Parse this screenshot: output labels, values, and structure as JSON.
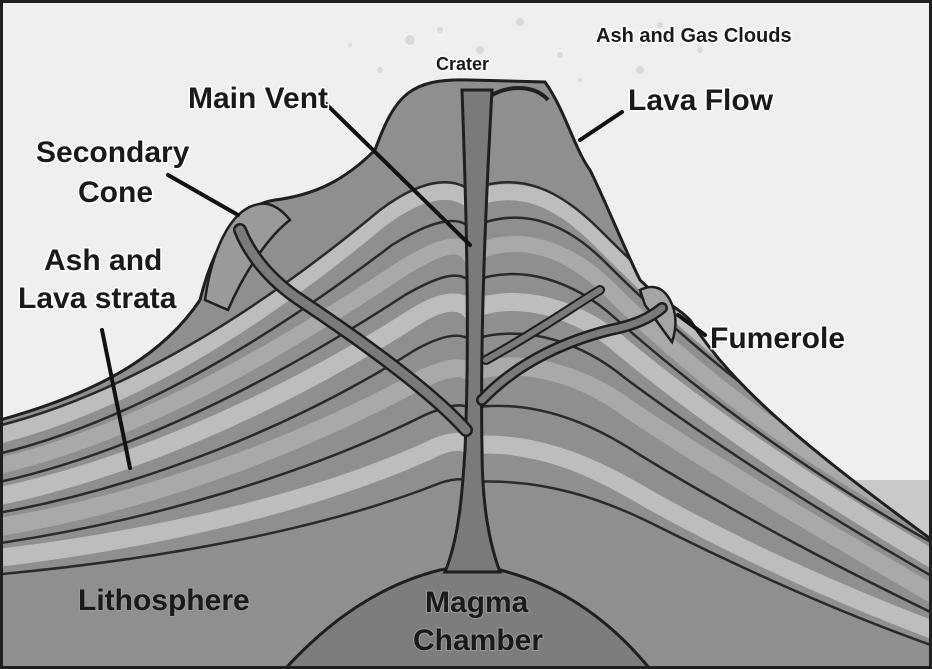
{
  "diagram": {
    "labels": {
      "ash_clouds": "Ash and Gas Clouds",
      "crater": "Crater",
      "main_vent": "Main Vent",
      "lava_flow": "Lava Flow",
      "secondary_cone_line1": "Secondary",
      "secondary_cone_line2": "Cone",
      "strata_line1": "Ash and",
      "strata_line2": "Lava strata",
      "fumerole": "Fumerole",
      "lithosphere": "Lithosphere",
      "magma_line1": "Magma",
      "magma_line2": "Chamber"
    },
    "colors": {
      "sky": "#efefef",
      "lithosphere": "#c9c9c9",
      "magma": "#7d7d7d",
      "cone": "#8f8f8f",
      "strata_light": "#bdbdbd",
      "vent": "#7a7a7a",
      "outline": "#1f1f1f"
    }
  }
}
